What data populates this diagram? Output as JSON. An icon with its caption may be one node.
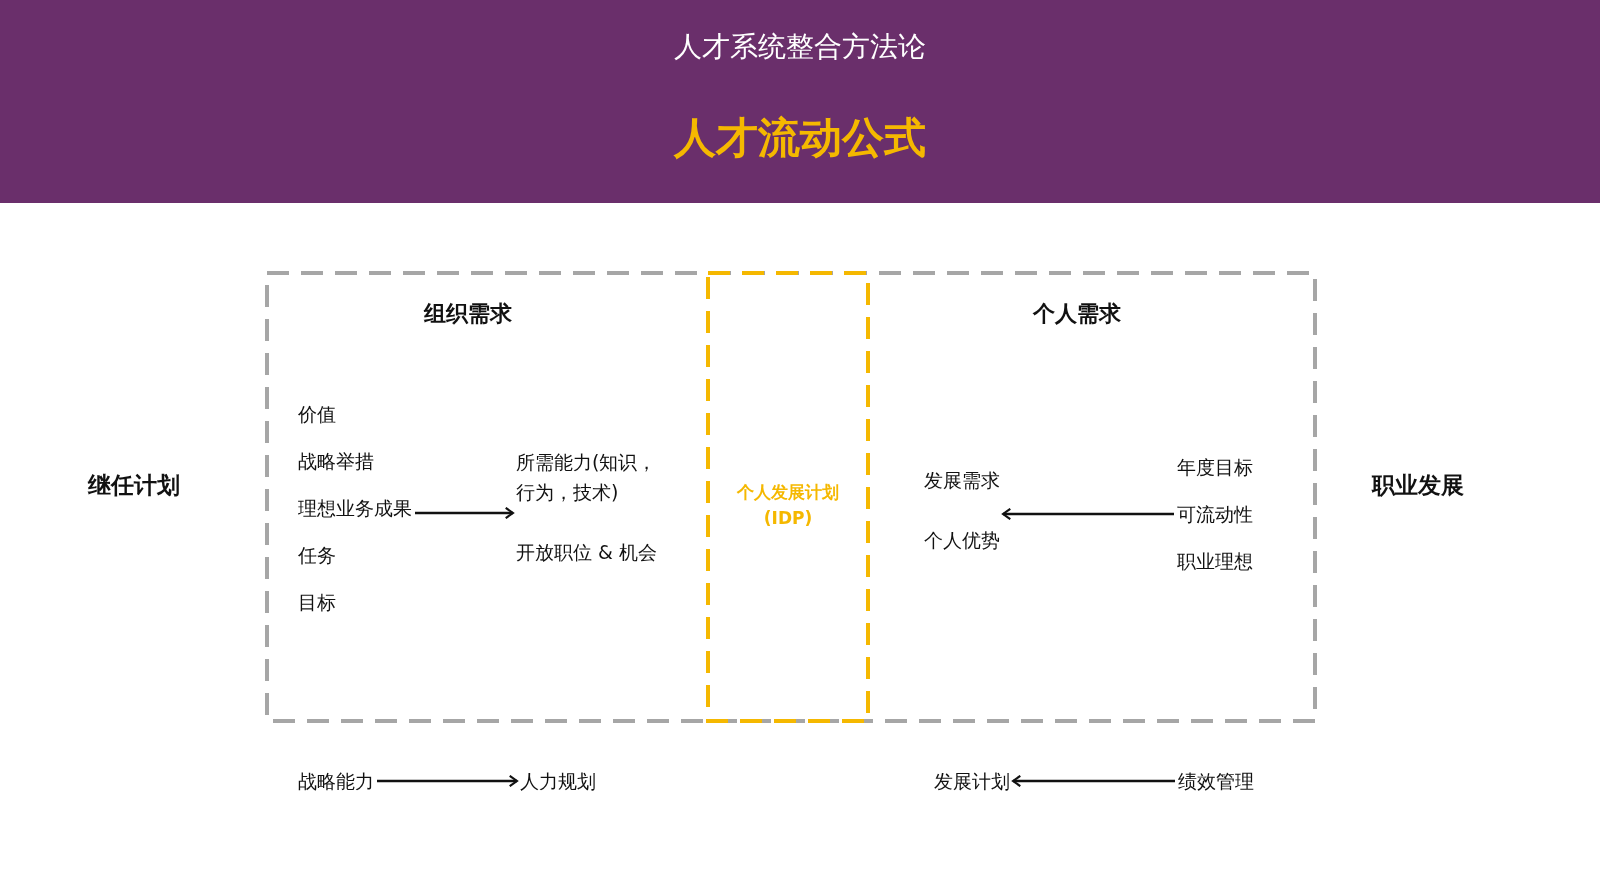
{
  "diagram": {
    "nodes": [
      {
        "text": [
          "人才系统整合方法论",
          "人才流动公式"
        ]
      },
      {
        "text": [
          "组织需求",
          "个人需求"
        ]
      },
      {
        "text": [
          "个人发展计划(IDP)"
        ],
        "in": 1
      },
      {
        "text": [
          "价值",
          "战略举措",
          "理想业务成果",
          "任务",
          "目标"
        ],
        "in": 1
      },
      {
        "text": [
          "所需能力(知识，行为，技术)",
          "开放职位 & 机会"
        ],
        "in": 1
      },
      {
        "text": [
          "发展需求",
          "个人优势"
        ],
        "in": 1
      },
      {
        "text": [
          "年度目标",
          "可流动性",
          "职业理想"
        ],
        "in": 1
      },
      {
        "text": [
          "战略能力"
        ]
      },
      {
        "text": [
          "人力规划"
        ]
      },
      {
        "text": [
          "发展计划"
        ]
      },
      {
        "text": [
          "绩效管理"
        ]
      }
    ],
    "edges": [
      {
        "from": 3,
        "to": 4,
        "arrow": "to"
      },
      {
        "from": 6,
        "to": 5,
        "arrow": "to"
      },
      {
        "from": 7,
        "to": 8,
        "arrow": "to"
      },
      {
        "from": 10,
        "to": 9,
        "arrow": "to"
      }
    ],
    "labels": [
      "继任计划",
      "职业发展"
    ]
  }
}
